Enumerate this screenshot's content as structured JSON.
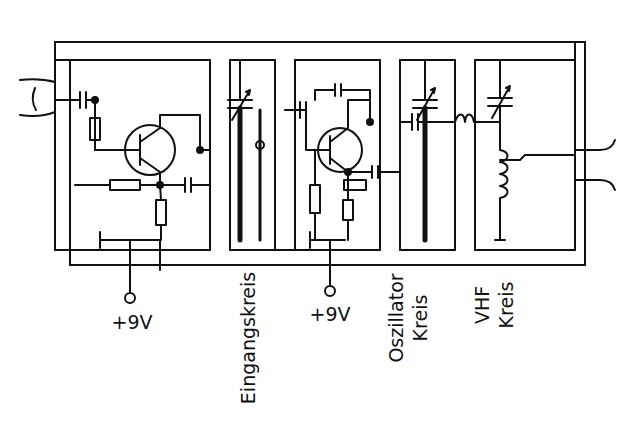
{
  "diagram": {
    "labels": [
      "+9V",
      "Eingangskreis",
      "+9V",
      "Oszillator Kreis",
      "VHF Kreis"
    ]
  }
}
